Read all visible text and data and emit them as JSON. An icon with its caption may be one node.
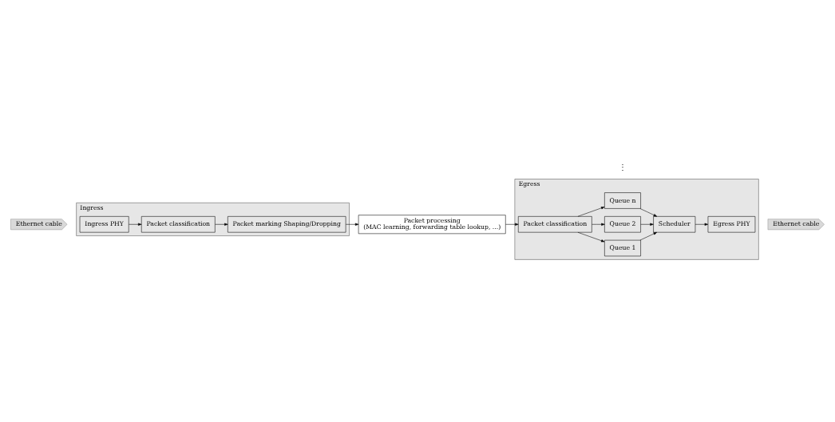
{
  "diagram": {
    "nodes": [
      {
        "text": [
          "Ingress"
        ]
      },
      {
        "text": [
          "Ethernet cable"
        ]
      },
      {
        "text": [
          "Ingress PHY"
        ],
        "in": 0
      },
      {
        "text": [
          "Packet classification"
        ],
        "in": 0
      },
      {
        "text": [
          "Packet marking Shaping/Dropping"
        ],
        "in": 0
      },
      {
        "text": [
          "Packet processing",
          "(MAC learning, forwarding table lookup, ...)"
        ]
      },
      {
        "text": [
          "Egress"
        ]
      },
      {
        "text": [
          "Packet classification"
        ],
        "in": 6
      },
      {
        "text": [
          "Queue 1"
        ],
        "in": 6
      },
      {
        "text": [
          "Queue 2"
        ],
        "in": 6
      },
      {
        "text": [
          "Queue n"
        ],
        "in": 6
      },
      {
        "text": [
          "Scheduler"
        ],
        "in": 6
      },
      {
        "text": [
          "Egress PHY"
        ],
        "in": 6
      },
      {
        "text": [
          "Ethernet cable"
        ]
      }
    ],
    "edges": [
      {
        "from": 2,
        "to": 3,
        "arrow": "to"
      },
      {
        "from": 3,
        "to": 4,
        "arrow": "to"
      },
      {
        "from": 4,
        "to": 5,
        "arrow": "to"
      },
      {
        "from": 5,
        "to": 7,
        "arrow": "to"
      },
      {
        "from": 7,
        "to": 8,
        "arrow": "to"
      },
      {
        "from": 7,
        "to": 9,
        "arrow": "to"
      },
      {
        "from": 7,
        "to": 10,
        "arrow": "to"
      },
      {
        "from": 8,
        "to": 11,
        "arrow": "to"
      },
      {
        "from": 9,
        "to": 11,
        "arrow": "to"
      },
      {
        "from": 10,
        "to": 11,
        "arrow": "to"
      },
      {
        "from": 11,
        "to": 12,
        "arrow": "to"
      }
    ],
    "labels": [
      "⋮"
    ]
  }
}
